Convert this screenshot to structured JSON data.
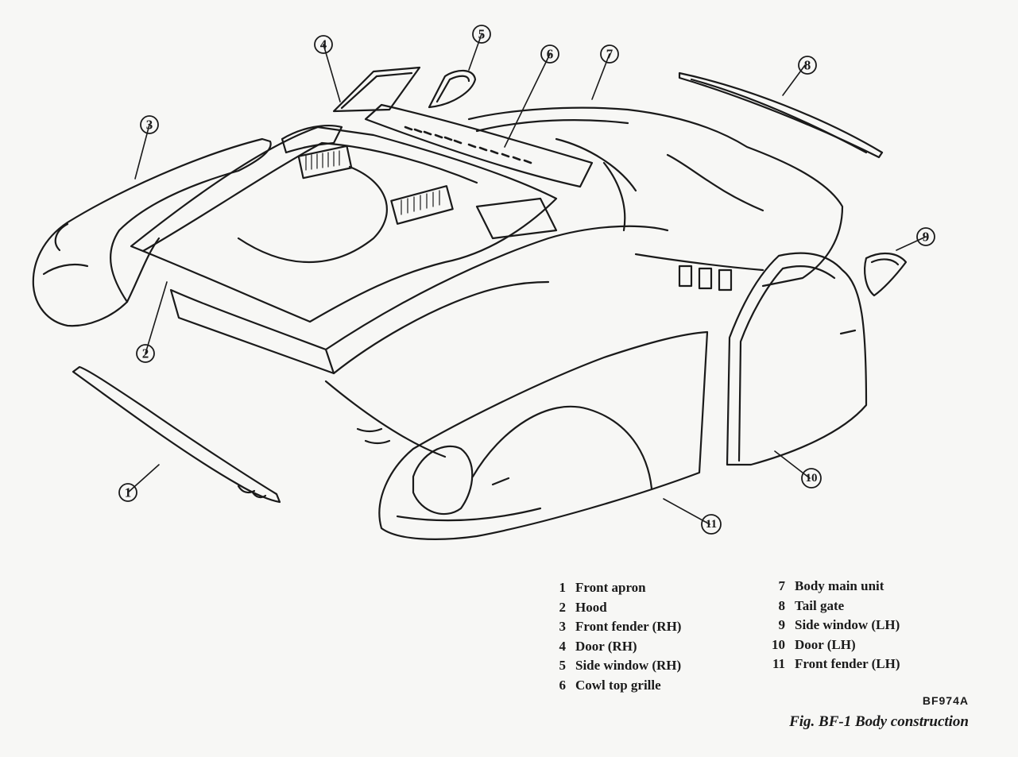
{
  "figure": {
    "code": "BF974A",
    "caption": "Fig. BF-1  Body construction"
  },
  "callouts": [
    "1",
    "2",
    "3",
    "4",
    "5",
    "6",
    "7",
    "8",
    "9",
    "10",
    "11"
  ],
  "parts": {
    "left": [
      {
        "num": "1",
        "label": "Front apron"
      },
      {
        "num": "2",
        "label": "Hood"
      },
      {
        "num": "3",
        "label": "Front fender (RH)"
      },
      {
        "num": "4",
        "label": "Door (RH)"
      },
      {
        "num": "5",
        "label": "Side window (RH)"
      },
      {
        "num": "6",
        "label": "Cowl top grille"
      }
    ],
    "right": [
      {
        "num": "7",
        "label": "Body main unit"
      },
      {
        "num": "8",
        "label": "Tail gate"
      },
      {
        "num": "9",
        "label": "Side window (LH)"
      },
      {
        "num": "10",
        "label": "Door (LH)"
      },
      {
        "num": "11",
        "label": "Front fender (LH)"
      }
    ]
  }
}
